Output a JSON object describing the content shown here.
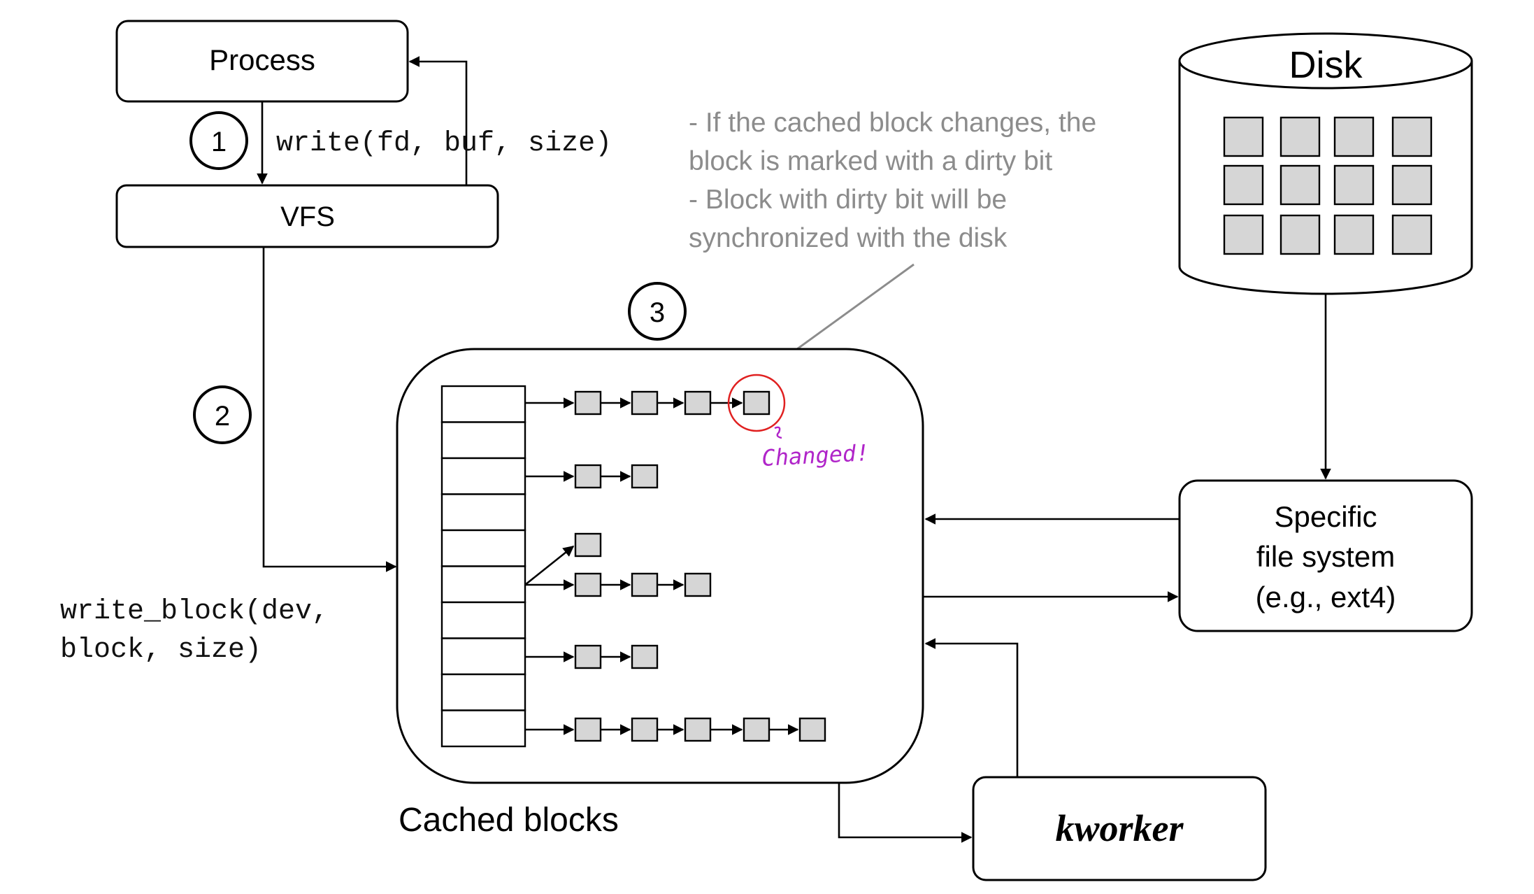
{
  "nodes": {
    "process": "Process",
    "vfs": "VFS",
    "disk": "Disk",
    "fs_line1": "Specific",
    "fs_line2": "file system",
    "fs_line3": "(e.g., ext4)",
    "kworker": "kworker",
    "cache_label": "Cached blocks"
  },
  "calls": {
    "write": "write(fd, buf, size)",
    "write_block_line1": "write_block(dev,",
    "write_block_line2": "block, size)"
  },
  "steps": [
    "1",
    "2",
    "3"
  ],
  "note_lines": [
    "- If the cached block changes, the",
    "block is marked with a dirty bit",
    "- Block with dirty bit will be",
    "synchronized with the disk"
  ],
  "annotation": "Changed!",
  "colors": {
    "note_text": "#8c8c8c",
    "block_fill": "#d6d6d6",
    "highlight_circle": "#e02020",
    "handwriting": "#b025c9"
  }
}
